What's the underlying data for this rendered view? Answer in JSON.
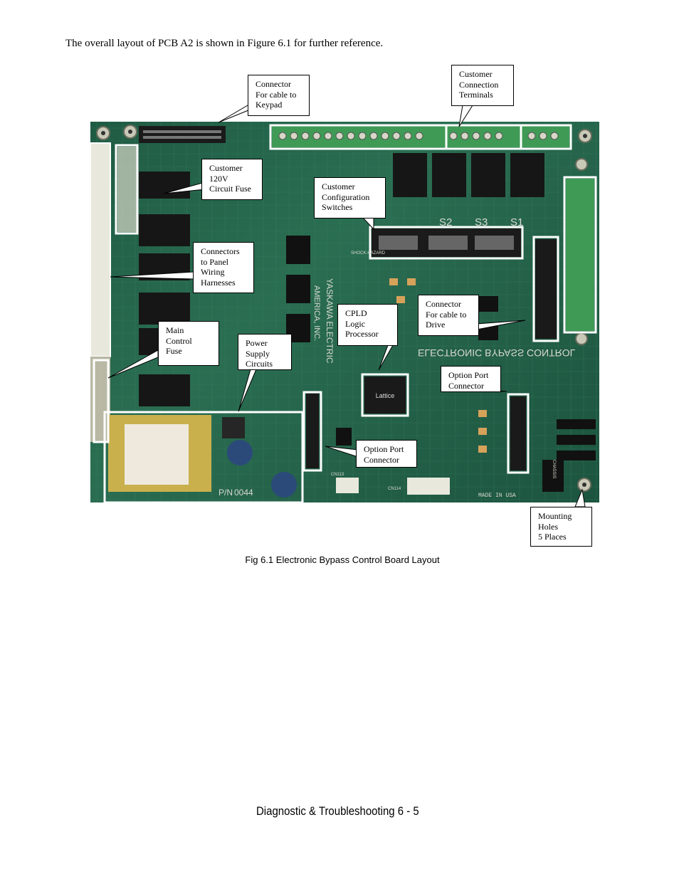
{
  "intro_text": "The overall layout of PCB A2 is shown in Figure 6.1 for further reference.",
  "figure": {
    "board_markings": {
      "brand": "YASKAWA ELECTRIC",
      "brand2": "AMERICA, INC.",
      "board_title": "ELECTRONIC BYPASS CONTROL",
      "made_in": "MADE IN USA",
      "switch_s2": "S2",
      "switch_s3": "S3",
      "switch_s1": "S1",
      "chip": "Lattice",
      "pn": "P/N",
      "pn_suffix": "0044",
      "chassis": "CHASSIS",
      "shock": "SHOCK-HAZARD",
      "cn113": "CN113",
      "cn114": "CN114"
    },
    "callouts": [
      {
        "id": "keypad-connector",
        "lines": [
          "Connector",
          "For cable to",
          "Keypad"
        ]
      },
      {
        "id": "customer-terminals",
        "lines": [
          "Customer",
          "Connection",
          "Terminals"
        ]
      },
      {
        "id": "customer-fuse",
        "lines": [
          "Customer",
          "120V",
          "Circuit Fuse"
        ]
      },
      {
        "id": "config-switches",
        "lines": [
          "Customer",
          "Configuration",
          "Switches"
        ]
      },
      {
        "id": "panel-harness",
        "lines": [
          "Connectors",
          "to Panel",
          "Wiring",
          "Harnesses"
        ]
      },
      {
        "id": "cpld",
        "lines": [
          "CPLD",
          "Logic",
          "Processor"
        ]
      },
      {
        "id": "drive-connector",
        "lines": [
          "Connector",
          "For cable to",
          "Drive"
        ]
      },
      {
        "id": "main-fuse",
        "lines": [
          "Main",
          "Control",
          "Fuse"
        ]
      },
      {
        "id": "power-supply",
        "lines": [
          "Power",
          "Supply",
          "Circuits"
        ]
      },
      {
        "id": "option-port-right",
        "lines": [
          "Option Port",
          "Connector"
        ]
      },
      {
        "id": "option-port-bottom",
        "lines": [
          "Option Port",
          "Connector"
        ]
      },
      {
        "id": "mounting-holes",
        "lines": [
          "Mounting",
          "Holes",
          "5 Places"
        ]
      }
    ],
    "caption": "Fig 6.1 Electronic Bypass Control Board Layout"
  },
  "footer": "Diagnostic & Troubleshooting 6 - 5"
}
